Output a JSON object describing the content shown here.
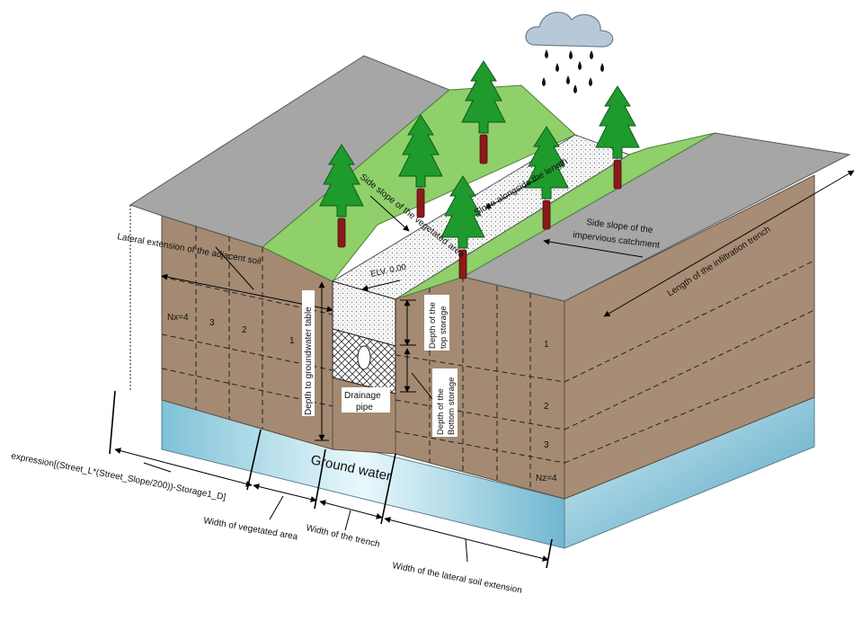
{
  "labels": {
    "side_slope_vegetated": "Side slope of the vegetated area",
    "slope_alongside": "Slope alongside the length",
    "side_slope_impervious_1": "Side slope of the",
    "side_slope_impervious_2": "impervious catchment",
    "lateral_extension_adjacent": "Lateral extension of the adjacent soil",
    "length_trench": "Length of the infiltration trench",
    "elv": "ELV.  0.00",
    "depth_groundwater": "Depth to groundwater table",
    "depth_top_1": "Depth of the",
    "depth_top_2": "top storage",
    "depth_bottom_1": "Depth of the",
    "depth_bottom_2": "Bottom storage",
    "drainage_1": "Drainage",
    "drainage_2": "pipe",
    "ground_water": "Ground water",
    "expression": "expression[(Street_L*(Street_Slope/200))-Storage1_D]",
    "width_vegetated": "Width of vegetated area",
    "width_trench": "Width of the trench",
    "width_lateral": "Width of the lateral soil extension",
    "nx": "Nx=4",
    "nz": "Nz=4"
  },
  "grid_numbers_x": [
    "3",
    "2",
    "1"
  ],
  "grid_numbers_z": [
    "1",
    "2",
    "3"
  ],
  "colors": {
    "soil": "#a48a72",
    "soil_right": "#a78d75",
    "grass": "#8fd06a",
    "roof": "#a6a6a6",
    "water_top": "#5aa8c4",
    "water_light": "#e8f7fb",
    "tree_green": "#1f9a2c",
    "trunk": "#8b1a1a",
    "cloud": "#b7c9d8"
  }
}
